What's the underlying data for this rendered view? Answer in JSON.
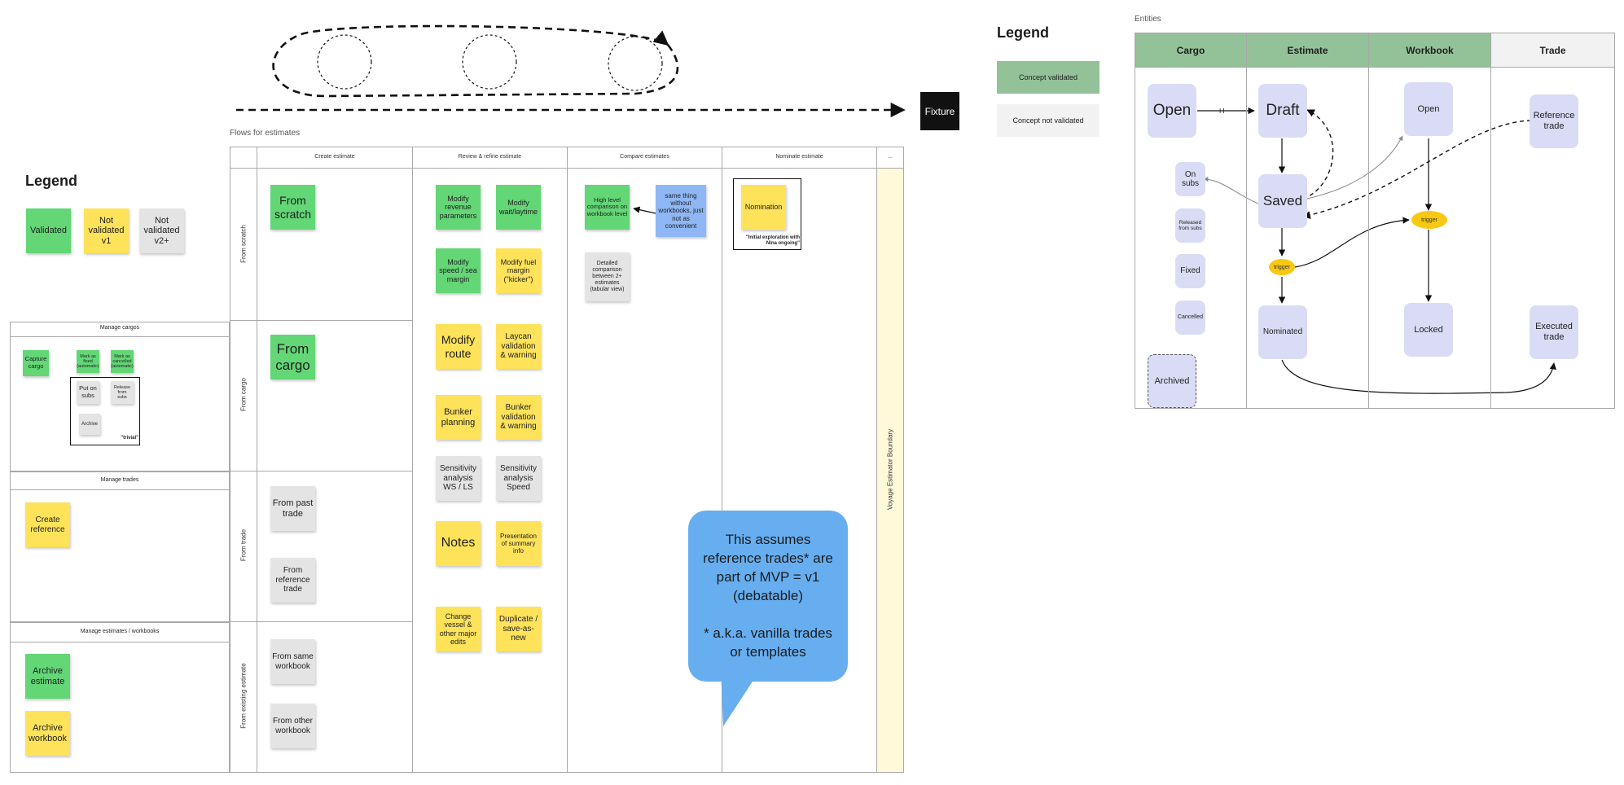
{
  "top": {
    "fixture_label": "Fixture",
    "flows_title": "Flows for estimates"
  },
  "legend_left": {
    "title": "Legend",
    "validated": "Validated",
    "not_v1": "Not validated v1",
    "not_v2": "Not validated v2+"
  },
  "legend_right": {
    "title": "Legend",
    "validated": "Concept validated",
    "not_validated": "Concept not validated"
  },
  "flows": {
    "columns": [
      "Create estimate",
      "Review & refine estimate",
      "Compare estimates",
      "Nominate estimate",
      "..."
    ],
    "rows": [
      "From scratch",
      "From cargo",
      "From trade",
      "From existing estimate"
    ],
    "boundary": "Voyage Estimator Boundary",
    "create": {
      "scratch": "From scratch",
      "cargo": "From cargo",
      "past_trade": "From past trade",
      "ref_trade": "From reference trade",
      "same_wb": "From same workbook",
      "other_wb": "From other workbook"
    },
    "review": {
      "revenue": "Modify revenue parameters",
      "wait": "Modify wait/laytime",
      "speed": "Modify speed / sea margin",
      "fuel": "Modify fuel margin (\"kicker\")",
      "route": "Modify route",
      "laycan": "Laycan validation & warning",
      "bunker_plan": "Bunker planning",
      "bunker_val": "Bunker validation & warning",
      "sens_ws": "Sensitivity analysis WS / LS",
      "sens_speed": "Sensitivity analysis Speed",
      "notes": "Notes",
      "summary": "Presentation of summary info",
      "change": "Change vessel & other major edits",
      "duplicate": "Duplicate / save-as-new"
    },
    "compare": {
      "high": "High level comparison on workbook level",
      "same": "same thing without workbooks, just not as convenient",
      "detailed": "Detailed comparison between 2+ estimates (tabular view)"
    },
    "nominate": {
      "nomination": "Nomination",
      "caption": "\"Initial exploration with Nina ongoing\""
    },
    "callout": "This assumes reference trades* are part of MVP = v1 (debatable)\n\n* a.k.a. vanilla trades or templates"
  },
  "manage": {
    "cargos": {
      "title": "Manage cargos",
      "capture": "Capture cargo",
      "fixed": "Mark as fixed (automatic)",
      "cancelled": "Mark as cancelled (automatic)",
      "subs": "Put on subs",
      "release": "Release from subs",
      "archive": "Archive",
      "caption": "\"trivial\""
    },
    "trades": {
      "title": "Manage trades",
      "create": "Create reference"
    },
    "estimates": {
      "title": "Manage estimates / workbooks",
      "archive_est": "Archive estimate",
      "archive_wb": "Archive workbook"
    }
  },
  "entities": {
    "title": "Entities",
    "columns": [
      "Cargo",
      "Estimate",
      "Workbook",
      "Trade"
    ],
    "cargo": [
      "Open",
      "On subs",
      "Released from subs",
      "Fixed",
      "Cancelled",
      "Archived"
    ],
    "estimate": [
      "Draft",
      "Saved",
      "Nominated"
    ],
    "workbook": [
      "Open",
      "Locked"
    ],
    "trade": [
      "Reference trade",
      "Executed trade"
    ],
    "trigger": "trigger"
  },
  "colors": {
    "validated": "#63d676",
    "not_v1": "#fde25a",
    "not_v2": "#e4e4e4",
    "entity": "#dadcf5",
    "concept_validated": "#93c298",
    "trigger": "#f9c812",
    "callout": "#66aef0",
    "boundary": "#fff9d9"
  }
}
